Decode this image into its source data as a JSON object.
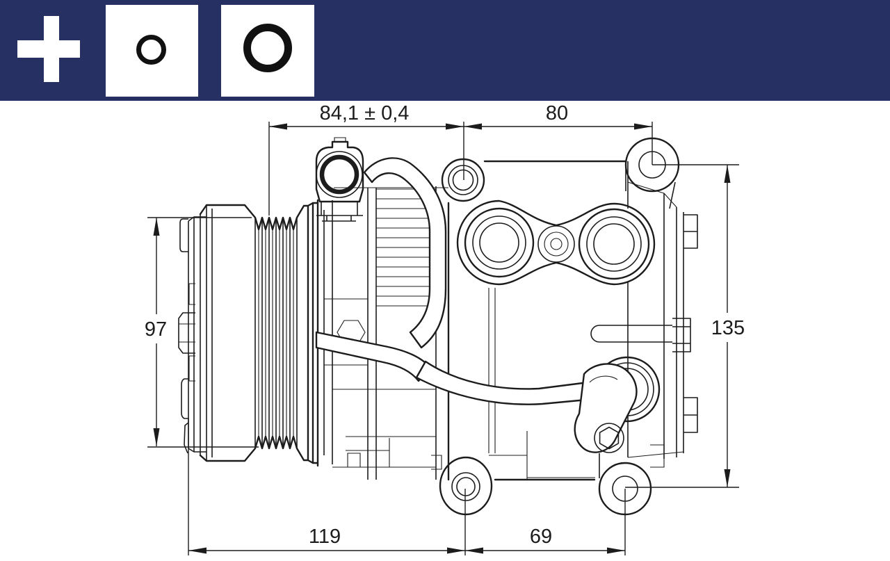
{
  "header": {
    "background_color": "#273063",
    "plus_icon_color": "#ffffff",
    "legend_boxes": [
      {
        "name": "o-ring-small",
        "box_color": "#ffffff",
        "ring_color": "#111111"
      },
      {
        "name": "o-ring-large",
        "box_color": "#ffffff",
        "ring_color": "#111111"
      }
    ]
  },
  "drawing": {
    "subject": "ac-compressor-technical-side-view",
    "line_color": "#1c1c1c",
    "dimensions": {
      "top_width": "84,1 ± 0,4",
      "top_right_width": "80",
      "pulley_diameter": "97",
      "height": "135",
      "bottom_left_length": "119",
      "bottom_right_length": "69"
    }
  }
}
